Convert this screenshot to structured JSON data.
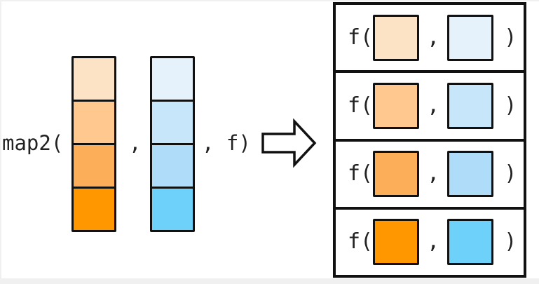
{
  "expression": {
    "map2_open": "map2(",
    "comma_between_lists": ",",
    "comma_and_f_close": ", f)"
  },
  "input_lists": {
    "first": {
      "cell_colors": [
        "#fde3c6",
        "#fec88f",
        "#fdae58",
        "#ff9800"
      ]
    },
    "second": {
      "cell_colors": [
        "#e5f2fb",
        "#c8e6fa",
        "#afdcf9",
        "#6dd1f9"
      ]
    }
  },
  "result_box": {
    "rows": [
      {
        "f_open": "f(",
        "comma": ",",
        "close": ")",
        "first_arg_color": "#fde3c6",
        "second_arg_color": "#e5f2fb"
      },
      {
        "f_open": "f(",
        "comma": ",",
        "close": ")",
        "first_arg_color": "#fec88f",
        "second_arg_color": "#c8e6fa"
      },
      {
        "f_open": "f(",
        "comma": ",",
        "close": ")",
        "first_arg_color": "#fdae58",
        "second_arg_color": "#afdcf9"
      },
      {
        "f_open": "f(",
        "comma": ",",
        "close": ")",
        "first_arg_color": "#ff9800",
        "second_arg_color": "#6dd1f9"
      }
    ]
  },
  "colors": {
    "outline": "#111111",
    "text": "#222222",
    "background": "#ffffff",
    "edge_strip": "#f0f0f0"
  }
}
